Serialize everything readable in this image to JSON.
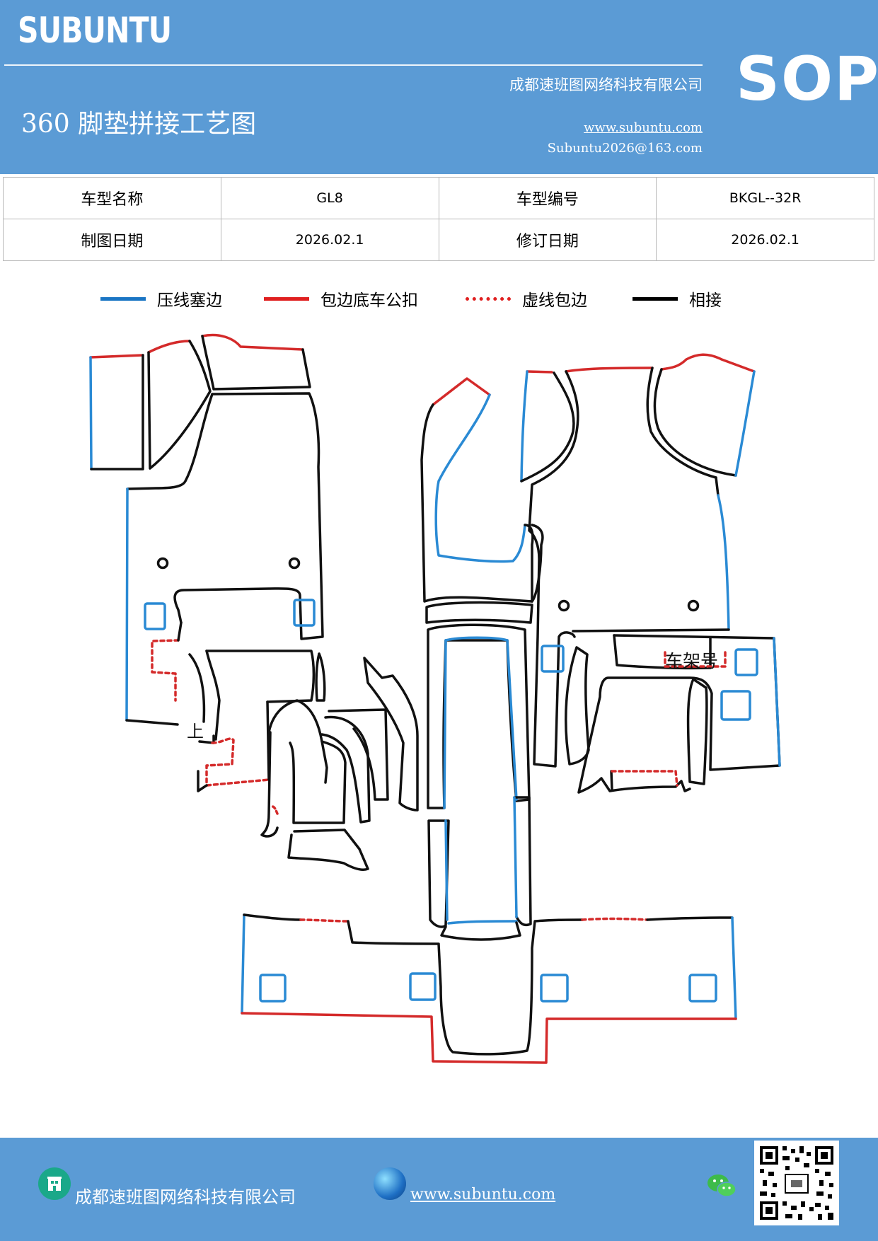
{
  "header": {
    "brand": "SUBUNTU",
    "badge": "SOP",
    "company": "成都速班图网络科技有限公司",
    "title": "360 脚垫拼接工艺图",
    "website": "www.subuntu.com",
    "email": "Subuntu2026@163.com"
  },
  "info_table": {
    "rows": [
      {
        "label1": "车型名称",
        "value1": "GL8",
        "label2": "车型编号",
        "value2": "BKGL--32R"
      },
      {
        "label1": "制图日期",
        "value1": "2026.02.1",
        "label2": "修订日期",
        "value2": "2026.02.1"
      }
    ]
  },
  "legend": {
    "items": [
      {
        "label": "压线塞边",
        "color": "#1a75c4",
        "style": "solid"
      },
      {
        "label": "包边底车公扣",
        "color": "#e02020",
        "style": "solid"
      },
      {
        "label": "虚线包边",
        "color": "#e02020",
        "style": "dotted"
      },
      {
        "label": "相接",
        "color": "#000000",
        "style": "solid"
      }
    ]
  },
  "diagram": {
    "label_frame": "车架号",
    "label_up": "上",
    "colors": {
      "blue": "#2a8ad4",
      "red": "#d42a2a",
      "black": "#111111"
    }
  },
  "footer": {
    "company": "成都速班图网络科技有限公司",
    "website": "www.subuntu.com",
    "icons": [
      "building-icon",
      "globe-icon",
      "wechat-icon",
      "qr-code"
    ]
  }
}
